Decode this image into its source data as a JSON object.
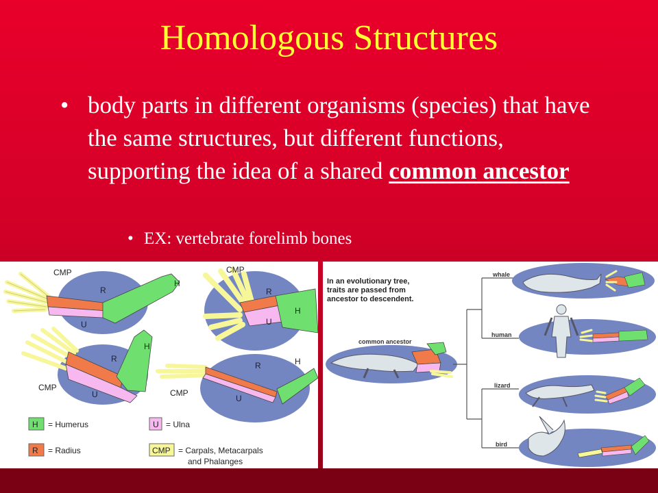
{
  "slide": {
    "title": "Homologous Structures",
    "bullet": {
      "text_before": "body parts in different organisms (species) that have the same structures, but different functions, supporting the idea of a shared ",
      "emphasis": "common ancestor"
    },
    "sub_bullet": "EX: vertebrate forelimb bones"
  },
  "left_diagram": {
    "bone_labels": {
      "cmp": "CMP",
      "r": "R",
      "u": "U",
      "h": "H"
    },
    "legend": [
      {
        "key": "H",
        "desc": "= Humerus",
        "color": "#6fe06f"
      },
      {
        "key": "U",
        "desc": "= Ulna",
        "color": "#f7b8f0"
      },
      {
        "key": "R",
        "desc": "= Radius",
        "color": "#f07a4a"
      },
      {
        "key": "CMP",
        "desc": "= Carpals, Metacarpals",
        "desc2": "and Phalanges",
        "color": "#f7f79a"
      }
    ]
  },
  "right_diagram": {
    "note_lines": [
      "In an evolutionary tree,",
      "traits are passed from",
      "ancestor to descendent."
    ],
    "ancestor_label": "common ancestor",
    "taxa": [
      "whale",
      "human",
      "lizard",
      "bird"
    ]
  },
  "colors": {
    "title": "#ffff33",
    "oval": "#7386c2",
    "humerus": "#6fe06f",
    "radius": "#f07a4a",
    "ulna": "#f7b8f0",
    "cmp": "#f7f79a"
  }
}
